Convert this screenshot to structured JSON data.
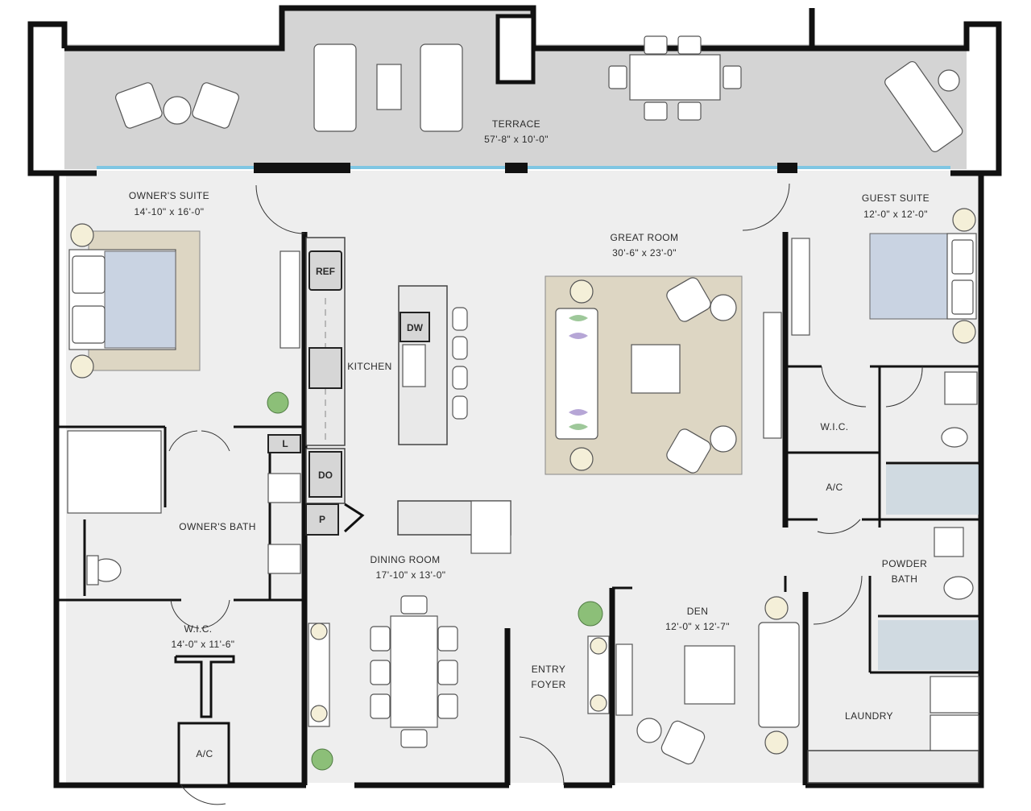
{
  "colors": {
    "floor": "#eeeeee",
    "terrace": "#d4d4d4",
    "wall": "#111111",
    "rug": "#ddd6c3",
    "bed_sheet": "#c9d3e2",
    "glass": "#7fc6e3",
    "plant": "#8cbf78"
  },
  "rooms": {
    "terrace": {
      "name": "TERRACE",
      "dims": "57'-8\" x 10'-0\""
    },
    "owners_suite": {
      "name": "OWNER'S SUITE",
      "dims": "14'-10\" x 16'-0\""
    },
    "great_room": {
      "name": "GREAT ROOM",
      "dims": "30'-6\" x 23'-0\""
    },
    "guest_suite": {
      "name": "GUEST SUITE",
      "dims": "12'-0\" x 12'-0\""
    },
    "kitchen": {
      "name": "KITCHEN"
    },
    "owners_bath": {
      "name": "OWNER'S BATH"
    },
    "owners_wic": {
      "name": "W.I.C.",
      "dims": "14'-0\" x 11'-6\""
    },
    "owners_ac": {
      "name": "A/C"
    },
    "dining_room": {
      "name": "DINING ROOM",
      "dims": "17'-10\" x 13'-0\""
    },
    "entry_foyer": {
      "line1": "ENTRY",
      "line2": "FOYER"
    },
    "den": {
      "name": "DEN",
      "dims": "12'-0\" x 12'-7\""
    },
    "guest_wic": {
      "name": "W.I.C."
    },
    "guest_ac": {
      "name": "A/C"
    },
    "powder_bath": {
      "line1": "POWDER",
      "line2": "BATH"
    },
    "laundry": {
      "name": "LAUNDRY"
    }
  },
  "appliances": {
    "ref": "REF",
    "dw": "DW",
    "do": "DO",
    "pantry": "P",
    "linen": "L"
  }
}
